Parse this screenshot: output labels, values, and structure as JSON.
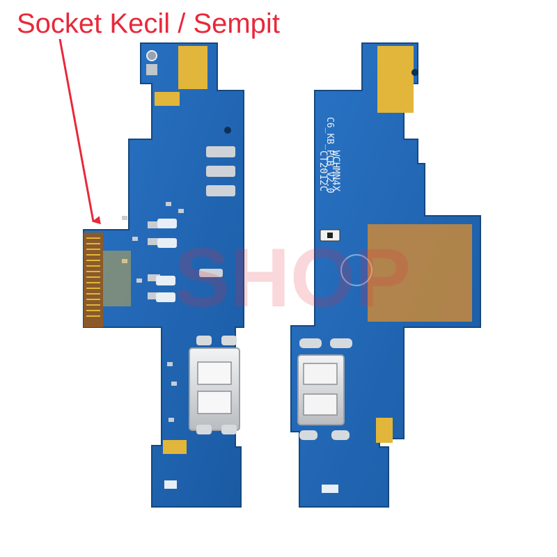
{
  "caption": {
    "text": "Socket Kecil / Sempit",
    "color": "#e8283a"
  },
  "arrow": {
    "color": "#e8283a"
  },
  "colors": {
    "pcb": "#1f66b7",
    "pcb_edge": "#1a4f8f",
    "gold": "#e2b63a",
    "copper": "#c98a3a",
    "connector": "#8a5a2a",
    "silkscreen": "#e8eef5",
    "port_metal": "#d9dbde"
  },
  "boards": {
    "left": {
      "name": "charging-board-front"
    },
    "right": {
      "name": "charging-board-back",
      "silk_model": "C6_KB_PCB_V2.0",
      "silk_code_1": "WCHMN4X",
      "silk_code_2": "CT2012C"
    }
  },
  "watermark": {
    "text": "SHOP"
  }
}
